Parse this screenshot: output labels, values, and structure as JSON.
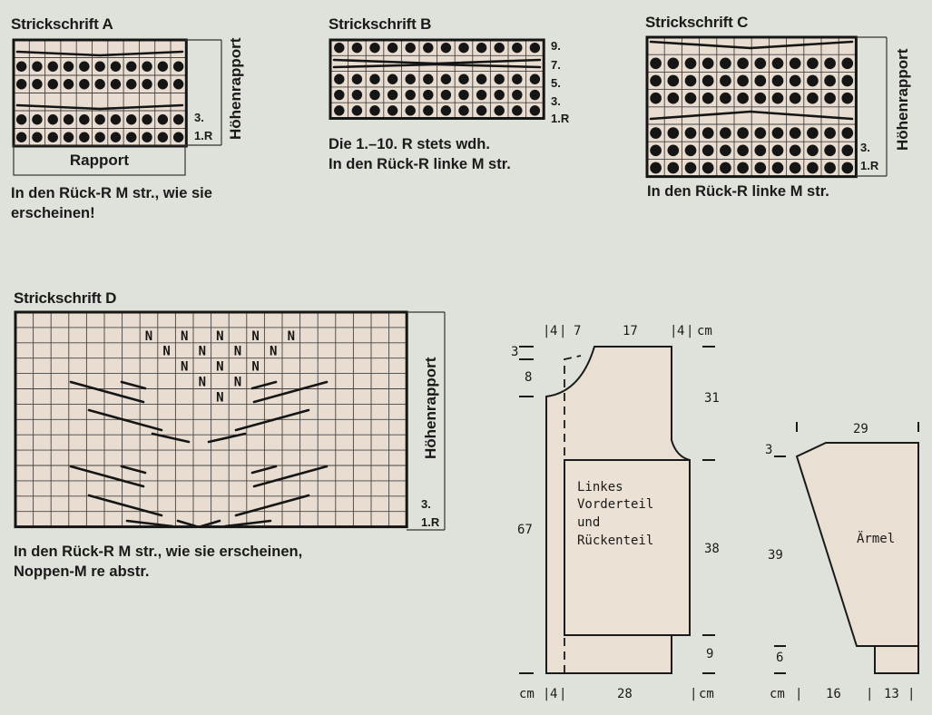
{
  "chart_a": {
    "title": "Strickschrift A",
    "label_box": "Rapport",
    "side_label": "Höhenrapport",
    "row_labels": [
      "3.",
      "1.R"
    ],
    "note_lines": [
      "In den Rück-R M str., wie sie",
      "erscheinen!"
    ]
  },
  "chart_b": {
    "title": "Strickschrift B",
    "row_labels": [
      "9.",
      "7.",
      "5.",
      "3.",
      "1.R"
    ],
    "note_lines": [
      "Die 1.–10. R stets wdh.",
      "In den Rück-R linke M str."
    ]
  },
  "chart_c": {
    "title": "Strickschrift C",
    "side_label": "Höhenrapport",
    "row_labels": [
      "3.",
      "1.R"
    ],
    "note_lines": [
      "In den Rück-R linke M str."
    ]
  },
  "chart_d": {
    "title": "Strickschrift D",
    "side_label": "Höhenrapport",
    "row_labels": [
      "3.",
      "1.R"
    ],
    "note_lines": [
      "In den Rück-R M str., wie sie erscheinen,",
      "Noppen-M re abstr."
    ]
  },
  "schema_body": {
    "piece_label": [
      "Linkes",
      "Vorderteil",
      "und",
      "Rückenteil"
    ],
    "top_dims": [
      "4",
      "7",
      "17",
      "4",
      "cm"
    ],
    "left_dims": [
      "3",
      "8",
      "67"
    ],
    "right_dims": [
      "31",
      "38",
      "9"
    ],
    "bottom_dims": [
      "cm",
      "4",
      "28",
      "cm"
    ]
  },
  "schema_sleeve": {
    "piece_label": "Ärmel",
    "top_dim": "29",
    "left_dims": [
      "3",
      "39",
      "6"
    ],
    "bottom_dims": [
      "cm",
      "16",
      "13"
    ]
  }
}
